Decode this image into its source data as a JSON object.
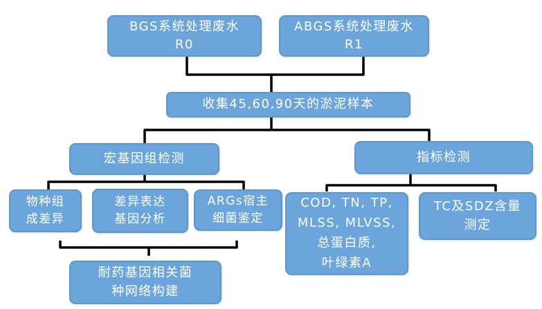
{
  "diagram": {
    "type": "flowchart",
    "colors": {
      "background": "#ffffff",
      "box_fill": "#6CA5DC",
      "box_border": "#5F96C8",
      "connector": "#000000",
      "text": "#ffffff"
    },
    "nodes": [
      {
        "id": "bgs-system",
        "label": "BGS系统处理废水\nR0"
      },
      {
        "id": "abgs-system",
        "label": "ABGS系统处理废水\nR1"
      },
      {
        "id": "collect-samples",
        "label": "收集45,60,90天的淤泥样本"
      },
      {
        "id": "metagenome-detection",
        "label": "宏基因组检测"
      },
      {
        "id": "indicator-detection",
        "label": "指标检测"
      },
      {
        "id": "species-composition",
        "label": "物种组\n成差异"
      },
      {
        "id": "differential-expression",
        "label": "差异表达\n基因分析"
      },
      {
        "id": "args-host-bacteria",
        "label": "ARGs宿主\n细菌鉴定"
      },
      {
        "id": "resistance-gene-network",
        "label": "耐药基因相关菌\n种网络构建"
      },
      {
        "id": "water-quality-indicators",
        "label": "COD, TN, TP,\nMLSS, MLVSS,\n总蛋白质,\n叶绿素A"
      },
      {
        "id": "tc-sdz-content",
        "label": "TC及SDZ含量\n测定"
      }
    ],
    "edges": [
      "BGS系统处理废水R0 → 收集淤泥样本",
      "ABGS系统处理废水R1 → 收集淤泥样本",
      "收集淤泥样本 → 宏基因组检测",
      "收集淤泥样本 → 指标检测",
      "宏基因组检测 → 物种组成差异 / 差异表达基因分析 / ARGs宿主细菌鉴定",
      "物种组成差异 + 差异表达基因分析 + ARGs宿主细菌鉴定 → 耐药基因相关菌种网络构建",
      "指标检测 → COD,TN,TP,MLSS,MLVSS,总蛋白质,叶绿素A / TC及SDZ含量测定"
    ]
  }
}
